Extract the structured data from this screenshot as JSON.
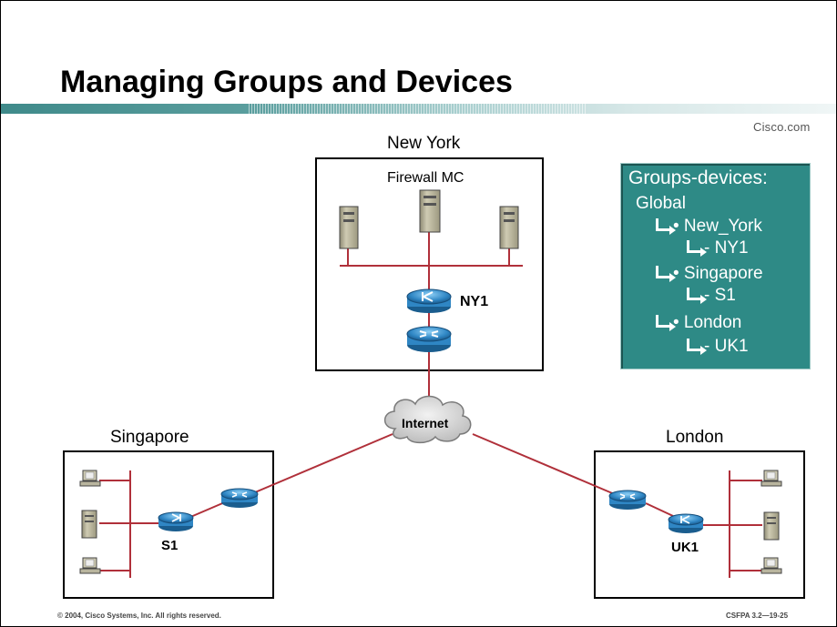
{
  "slide": {
    "title": "Managing Groups and Devices",
    "brand": "Cisco.com"
  },
  "sites": {
    "new_york": "New York",
    "singapore": "Singapore",
    "london": "London"
  },
  "labels": {
    "firewall_mc": "Firewall MC",
    "ny1": "NY1",
    "s1": "S1",
    "uk1": "UK1",
    "internet": "Internet"
  },
  "groups_panel": {
    "heading": "Groups-devices:",
    "root": "Global",
    "groups": [
      {
        "name": "• New_York",
        "device": "- NY1"
      },
      {
        "name": "• Singapore",
        "device": "- S1"
      },
      {
        "name": "• London",
        "device": "- UK1"
      }
    ]
  },
  "footer": {
    "copyright": "© 2004, Cisco Systems, Inc. All rights reserved.",
    "course_code": "CSFPA 3.2—19-25"
  },
  "colors": {
    "link": "#b0303a",
    "panel": "#2e8a86",
    "device_blue": "#2f86c4",
    "server_tan": "#b9b59e"
  }
}
